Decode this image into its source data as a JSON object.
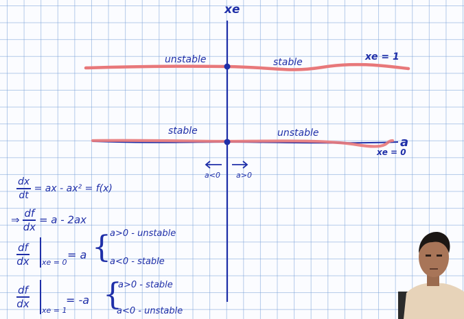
{
  "axes": {
    "y_label": "xe",
    "x_label": "a"
  },
  "upper_line": {
    "left_label": "unstable",
    "right_label": "stable",
    "line_label": "xe = 1"
  },
  "lower_line": {
    "left_label": "stable",
    "right_label": "unstable",
    "line_label": "xe = 0"
  },
  "arrows": {
    "left_label": "a<0",
    "right_label": "a>0"
  },
  "equations": {
    "ode_lhs_num": "dx",
    "ode_lhs_den": "dt",
    "ode_rhs": "= ax - ax² = f(x)",
    "implies": "⇒",
    "deriv_num": "df",
    "deriv_den": "dx",
    "deriv_rhs": "= a - 2ax",
    "eval0_num": "df",
    "eval0_den": "dx",
    "eval0_sub": "xe = 0",
    "eval0_rhs": "= a",
    "eval0_case1": "a>0 - unstable",
    "eval0_case2": "a<0 - stable",
    "eval1_num": "df",
    "eval1_den": "dx",
    "eval1_sub": "xe = 1",
    "eval1_rhs": "= -a",
    "eval1_case1": "a>0 - stable",
    "eval1_case2": "a<0 - unstable"
  },
  "colors": {
    "ink": "#1f2fa8",
    "highlight": "#e8787a",
    "grid": "#78a0d7"
  }
}
